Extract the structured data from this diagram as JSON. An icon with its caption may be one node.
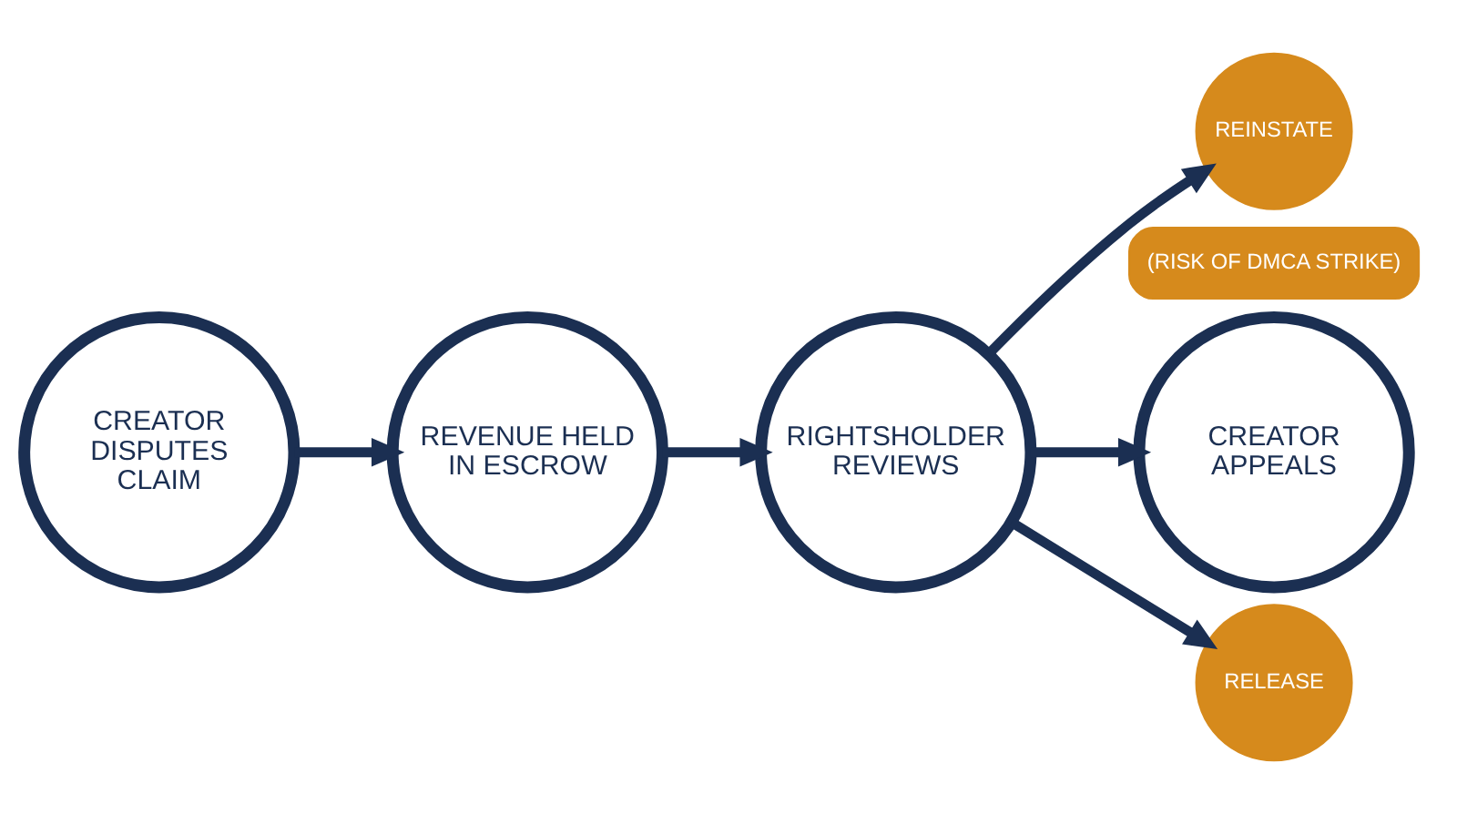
{
  "diagram": {
    "nodes": [
      {
        "text": [
          "CREATOR DISPUTES CLAIM"
        ]
      },
      {
        "text": [
          "REVENUE HELD IN ESCROW"
        ]
      },
      {
        "text": [
          "RIGHTSHOLDER REVIEWS"
        ]
      },
      {
        "text": [
          "REINSTATE"
        ]
      },
      {
        "text": [
          "CREATOR APPEALS"
        ],
        "beside": [
          "(RISK OF DMCA STRIKE)"
        ]
      },
      {
        "text": [
          "RELEASE"
        ]
      }
    ],
    "edges": [
      {
        "from": 0,
        "to": 1,
        "arrow": "to"
      },
      {
        "from": 1,
        "to": 2,
        "arrow": "to"
      },
      {
        "from": 2,
        "to": 3,
        "arrow": "to"
      },
      {
        "from": 2,
        "to": 4,
        "arrow": "to"
      },
      {
        "from": 2,
        "to": 5,
        "arrow": "to"
      }
    ]
  }
}
